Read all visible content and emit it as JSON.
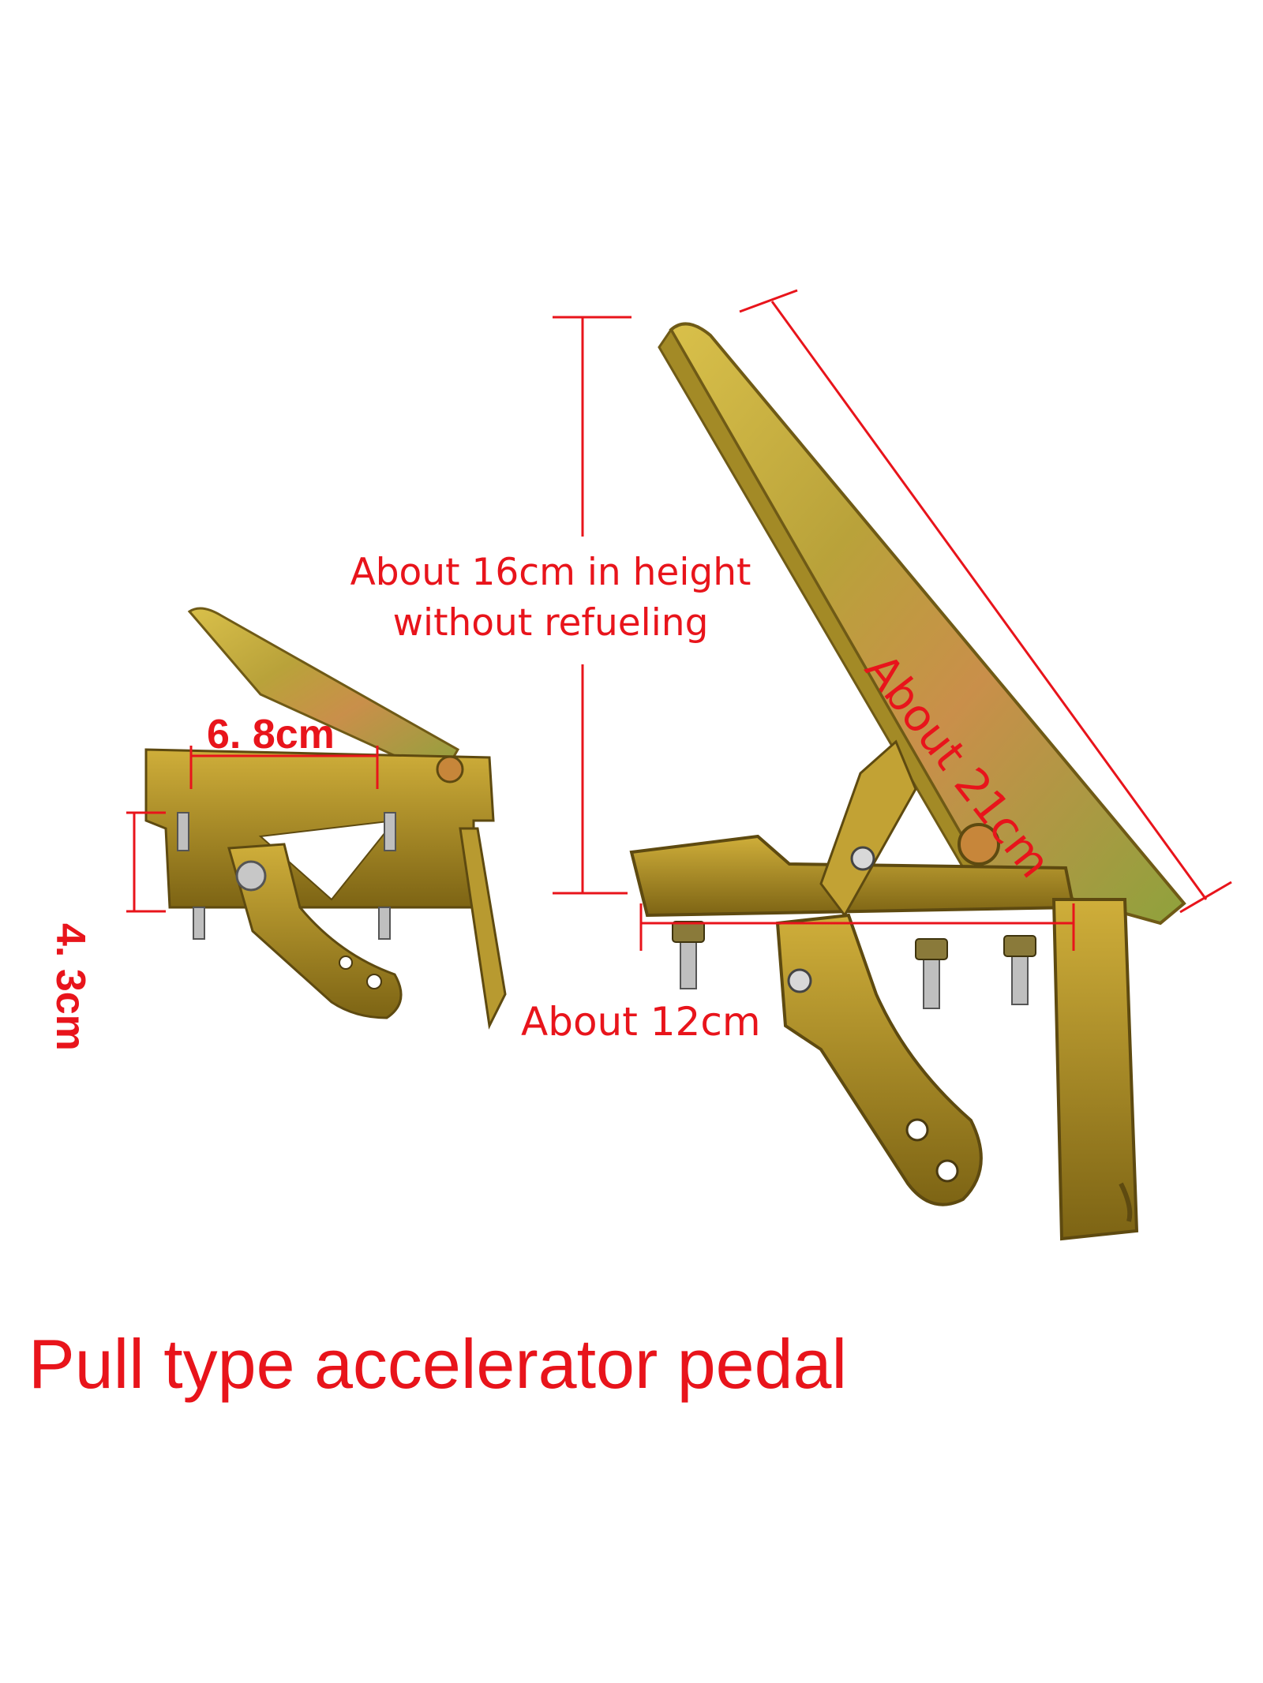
{
  "labels": {
    "height_line1": "About 16cm in height",
    "height_line2": "without refueling",
    "diagonal": "About 21cm",
    "width": "About 12cm",
    "small_width": "6. 8cm",
    "small_height": "4. 3cm"
  },
  "caption": "Pull type accelerator pedal",
  "colors": {
    "dimension_red": "#e8141b",
    "metal_gold": "#c9a62a",
    "metal_green": "#9aa83a",
    "metal_shadow": "#7d6414"
  }
}
